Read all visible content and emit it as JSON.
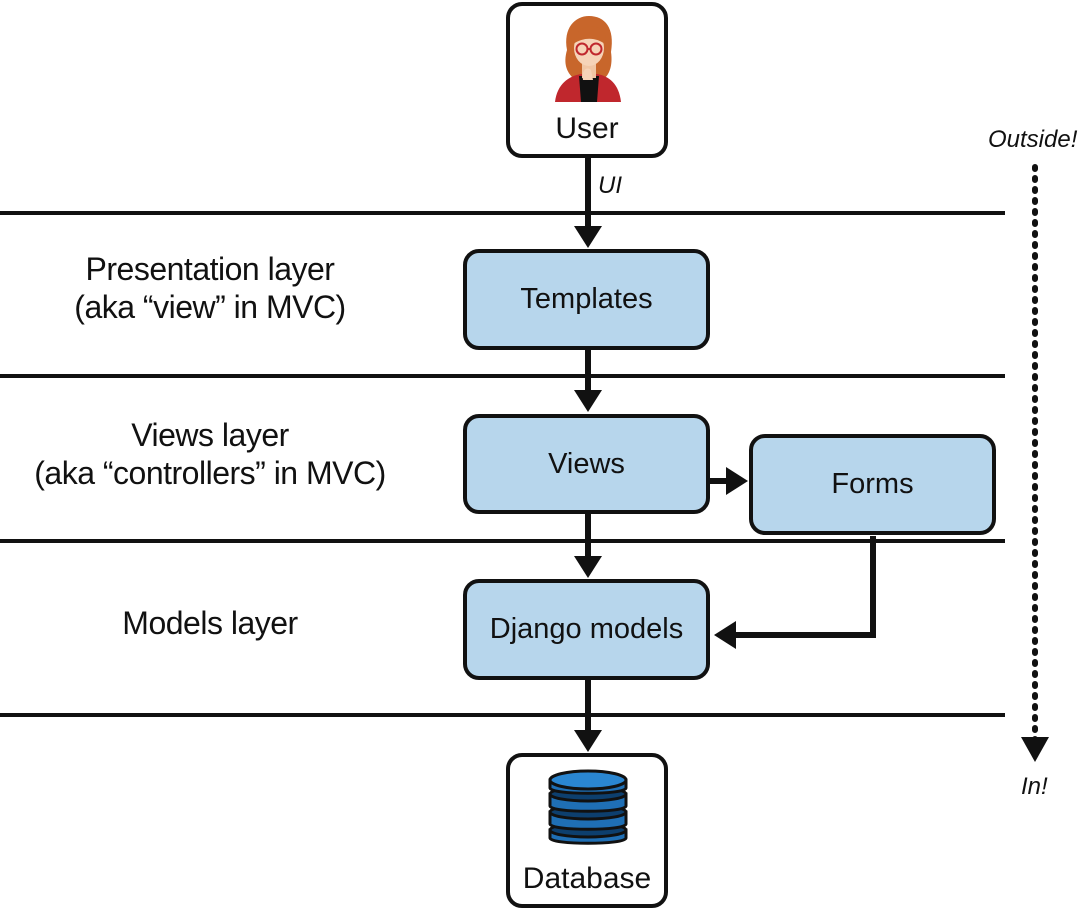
{
  "layers": [
    {
      "id": "presentation",
      "line1": "Presentation layer",
      "line2": "(aka “view” in MVC)"
    },
    {
      "id": "views",
      "line1": "Views layer",
      "line2": "(aka  “controllers” in MVC)"
    },
    {
      "id": "models",
      "line1": "Models layer",
      "line2": ""
    }
  ],
  "nodes": {
    "user": "User",
    "templates": "Templates",
    "views": "Views",
    "forms": "Forms",
    "django_models": "Django models",
    "database": "Database"
  },
  "edge_labels": {
    "ui": "UI"
  },
  "direction": {
    "top": "Outside!",
    "bottom": "In!"
  },
  "icons": {
    "user": "person-avatar-icon",
    "database": "database-cylinder-icon"
  },
  "colors": {
    "box_fill": "#b7d6ec",
    "line": "#111111",
    "database": "#1f6fb5",
    "database_dark": "#0d3f6e",
    "person_shirt": "#c0272d",
    "person_hair": "#c8662b"
  }
}
